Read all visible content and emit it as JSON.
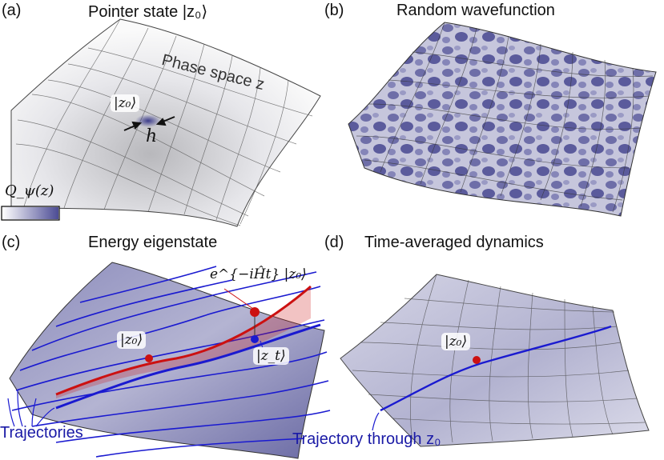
{
  "panels": {
    "a": {
      "label": "(a)",
      "title": "Pointer state |z₀⟩",
      "phase_space_label": "Phase space z",
      "ket": "|z₀⟩",
      "width_label": "h",
      "colorbar_label": "Q_ψ(z)"
    },
    "b": {
      "label": "(b)",
      "title": "Random wavefunction"
    },
    "c": {
      "label": "(c)",
      "title": "Energy eigenstate",
      "evolved_label": "e^{−iĤt} |z₀⟩",
      "ket": "|z₀⟩",
      "ket_t": "|z_t⟩",
      "trajectories_label": "Trajectories"
    },
    "d": {
      "label": "(d)",
      "title": "Time-averaged dynamics",
      "ket": "|z₀⟩",
      "trajectory_label": "Trajectory through z₀"
    }
  },
  "colors": {
    "surface_light": "#f2f2f5",
    "density": "#4c4c95",
    "trajectory": "#1a1ad0",
    "highlight": "#cc1111",
    "grid": "#3a3a3a"
  },
  "icons": [
    "arrow-icon",
    "point-marker-icon"
  ]
}
